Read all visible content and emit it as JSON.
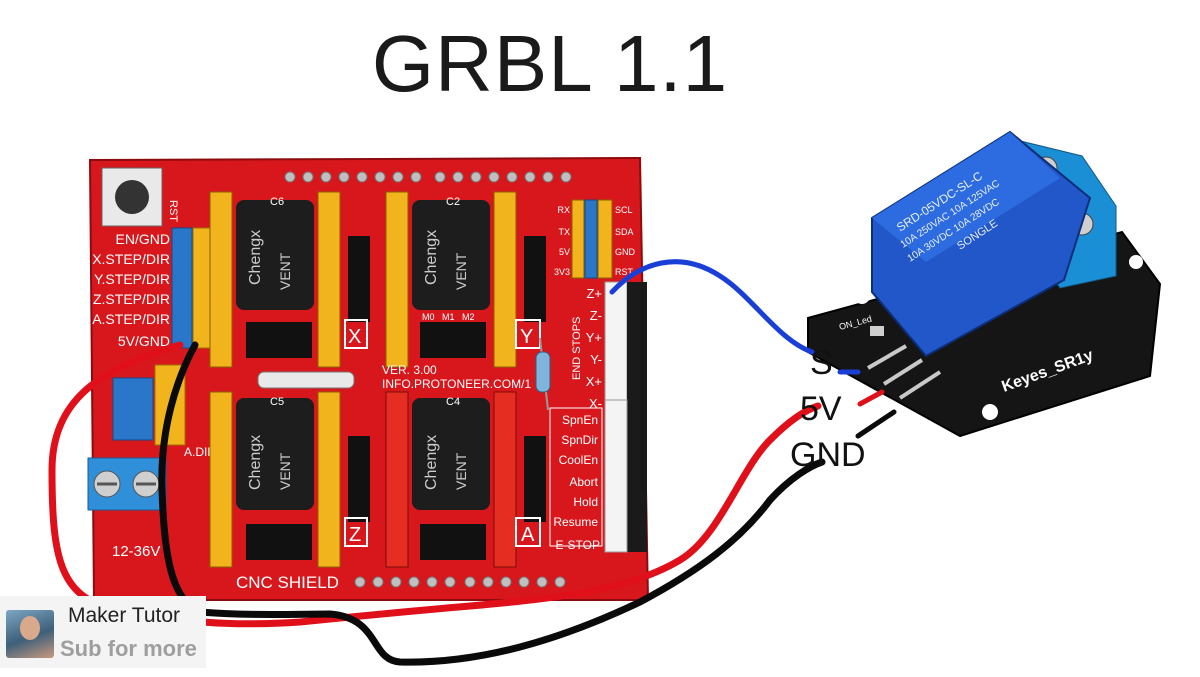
{
  "title": "GRBL 1.1",
  "shield": {
    "brand": "CNC SHIELD",
    "version": "VER. 3.00",
    "url": "INFO.PROTONEER.COM/1",
    "reset_label": "RST",
    "left_pin_labels": [
      "EN/GND",
      "X.STEP/DIR",
      "Y.STEP/DIR",
      "Z.STEP/DIR",
      "A.STEP/DIR",
      "5V/GND"
    ],
    "power_label": "12-36V",
    "adir_label": "A.DIR",
    "axis_labels": [
      "X",
      "Y",
      "Z",
      "A"
    ],
    "cap_labels": [
      "C6",
      "C2",
      "C5",
      "C4"
    ],
    "cap_brand": "Chengx",
    "cap_vent": "VENT",
    "jumper_labels": [
      "M0",
      "M1",
      "M2"
    ],
    "top_right_left_labels": [
      "RX",
      "TX",
      "5V",
      "3V3"
    ],
    "top_right_labels": [
      "SCL",
      "SDA",
      "GND",
      "RST"
    ],
    "end_stop_pins": [
      "Z+",
      "Z-",
      "Y+",
      "Y-",
      "X+",
      "X-"
    ],
    "end_stops_label": "END STOPS",
    "control_labels": [
      "SpnEn",
      "SpnDir",
      "CoolEn",
      "Abort",
      "Hold",
      "Resume",
      "E-STOP"
    ]
  },
  "relay": {
    "model": "SRD-05VDC-SL-C",
    "rating": [
      "10A 250VAC 10A 125VAC",
      "10A 30VDC 10A 28VDC"
    ],
    "maker": "SONGLE",
    "board_label": "Keyes_SR1y",
    "led_label": "ON_Led"
  },
  "wire_labels": {
    "signal": "S",
    "power": "5V",
    "ground": "GND"
  },
  "wire_colors": {
    "signal": "#1a3fd6",
    "power": "#e0101a",
    "ground": "#0a0a0a"
  },
  "channel": {
    "name": "Maker Tutor",
    "cta": "Sub for more"
  }
}
